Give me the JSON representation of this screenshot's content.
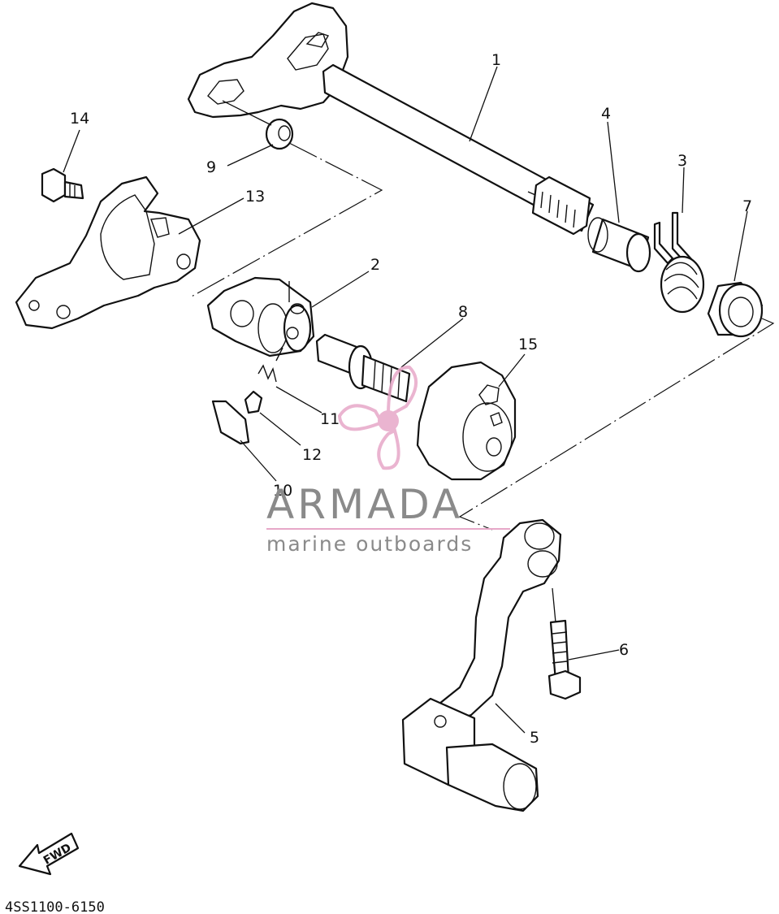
{
  "callouts": {
    "p1": "1",
    "p2": "2",
    "p3": "3",
    "p4": "4",
    "p5": "5",
    "p6": "6",
    "p7": "7",
    "p8": "8",
    "p9": "9",
    "p10": "10",
    "p11": "11",
    "p12": "12",
    "p13": "13",
    "p14": "14",
    "p15": "15"
  },
  "watermark": {
    "title": "ARMADA",
    "subtitle": "marine outboards",
    "title_color": "#8a8a8a",
    "logo_color": "#e7a8c8"
  },
  "fwd_label": "FWD",
  "diagram_code": "4SS1100-6150"
}
